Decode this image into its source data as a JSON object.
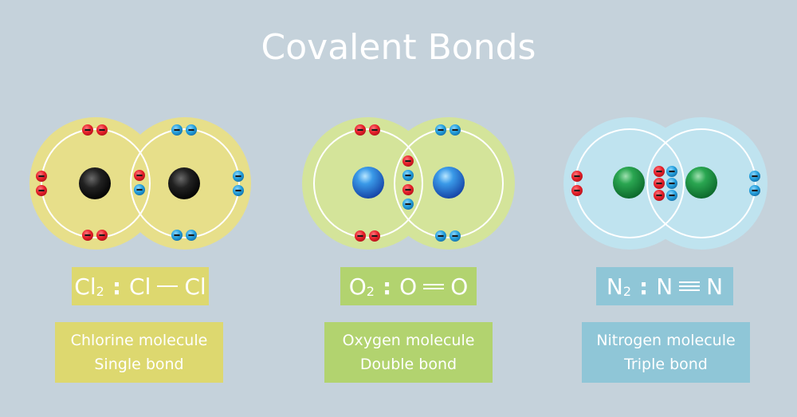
{
  "title": "Covalent Bonds",
  "colors": {
    "background": "#c5d2db",
    "chlorine_fill": "#e7df8a",
    "chlorine_box": "#ddd86f",
    "oxygen_fill": "#d4e49a",
    "oxygen_box": "#b2d36f",
    "nitrogen_fill": "#bfe3ef",
    "nitrogen_box": "#8fc6d7",
    "electron_red": "#e8202a",
    "electron_blue": "#24a0dd",
    "nucleus_chlorine": "#1e1e1e",
    "nucleus_oxygen": "#2a86d8",
    "nucleus_nitrogen": "#1f9a44"
  },
  "molecules": [
    {
      "id": "chlorine",
      "formula": {
        "symbol": "Cl",
        "subscript": "2",
        "colon": ":",
        "left": "Cl",
        "bond": "single",
        "right": "Cl"
      },
      "caption": {
        "line1": "Chlorine molecule",
        "line2": "Single bond"
      },
      "atom_electrons_each": 7,
      "shared_pairs": 1
    },
    {
      "id": "oxygen",
      "formula": {
        "symbol": "O",
        "subscript": "2",
        "colon": ":",
        "left": "O",
        "bond": "double",
        "right": "O"
      },
      "caption": {
        "line1": "Oxygen molecule",
        "line2": "Double bond"
      },
      "atom_electrons_each": 6,
      "shared_pairs": 2
    },
    {
      "id": "nitrogen",
      "formula": {
        "symbol": "N",
        "subscript": "2",
        "colon": ":",
        "left": "N",
        "bond": "triple",
        "right": "N"
      },
      "caption": {
        "line1": "Nitrogen molecule",
        "line2": "Triple bond"
      },
      "atom_electrons_each": 5,
      "shared_pairs": 3
    }
  ],
  "electron_symbol": "−"
}
